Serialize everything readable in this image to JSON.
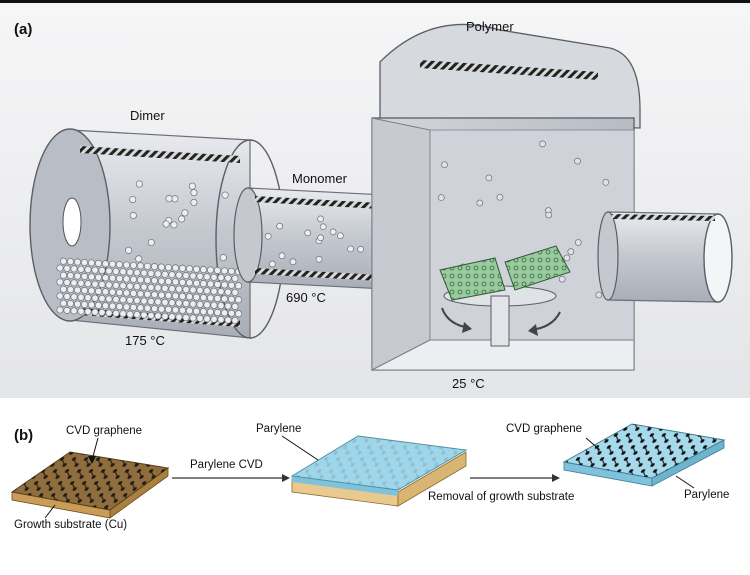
{
  "panel_a": {
    "label": "(a)",
    "dimer_label": "Dimer",
    "monomer_label": "Monomer",
    "polymer_label": "Polymer",
    "temp_dimer": "175 °C",
    "temp_monomer": "690 °C",
    "temp_polymer": "25 °C"
  },
  "panel_b": {
    "label": "(b)",
    "cvd_graphene_label_1": "CVD graphene",
    "growth_substrate_label": "Growth substrate (Cu)",
    "step1_label": "Parylene CVD",
    "parylene_label_1": "Parylene",
    "step2_label": "Removal of growth substrate",
    "cvd_graphene_label_2": "CVD graphene",
    "parylene_label_2": "Parylene"
  },
  "colors": {
    "chamber_gray": "#c9ccd2",
    "copper": "#9b7a4a",
    "parylene_blue": "#8fcfe6",
    "graphene_green": "#5f9a62"
  }
}
